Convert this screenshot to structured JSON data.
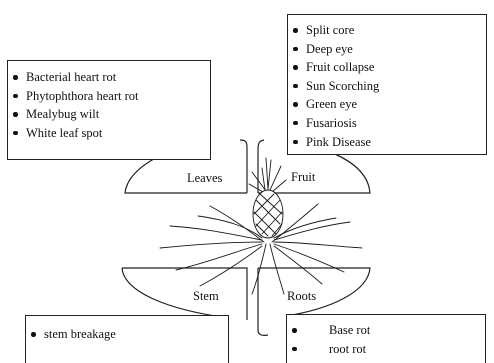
{
  "quadrants": {
    "leaves": {
      "label": "Leaves",
      "diseases": [
        "Bacterial heart rot",
        "Phytophthora heart rot",
        "Mealybug wilt",
        "White leaf spot"
      ]
    },
    "fruit": {
      "label": "Fruit",
      "diseases": [
        "Split core",
        "Deep eye",
        "Fruit collapse",
        "Sun Scorching",
        "Green eye",
        "Fusariosis",
        "Pink Disease"
      ]
    },
    "stem": {
      "label": "Stem",
      "diseases": [
        "stem breakage"
      ]
    },
    "roots": {
      "label": "Roots",
      "diseases": [
        "Base rot",
        "root rot"
      ]
    }
  },
  "center_image": "pineapple-plant-illustration"
}
